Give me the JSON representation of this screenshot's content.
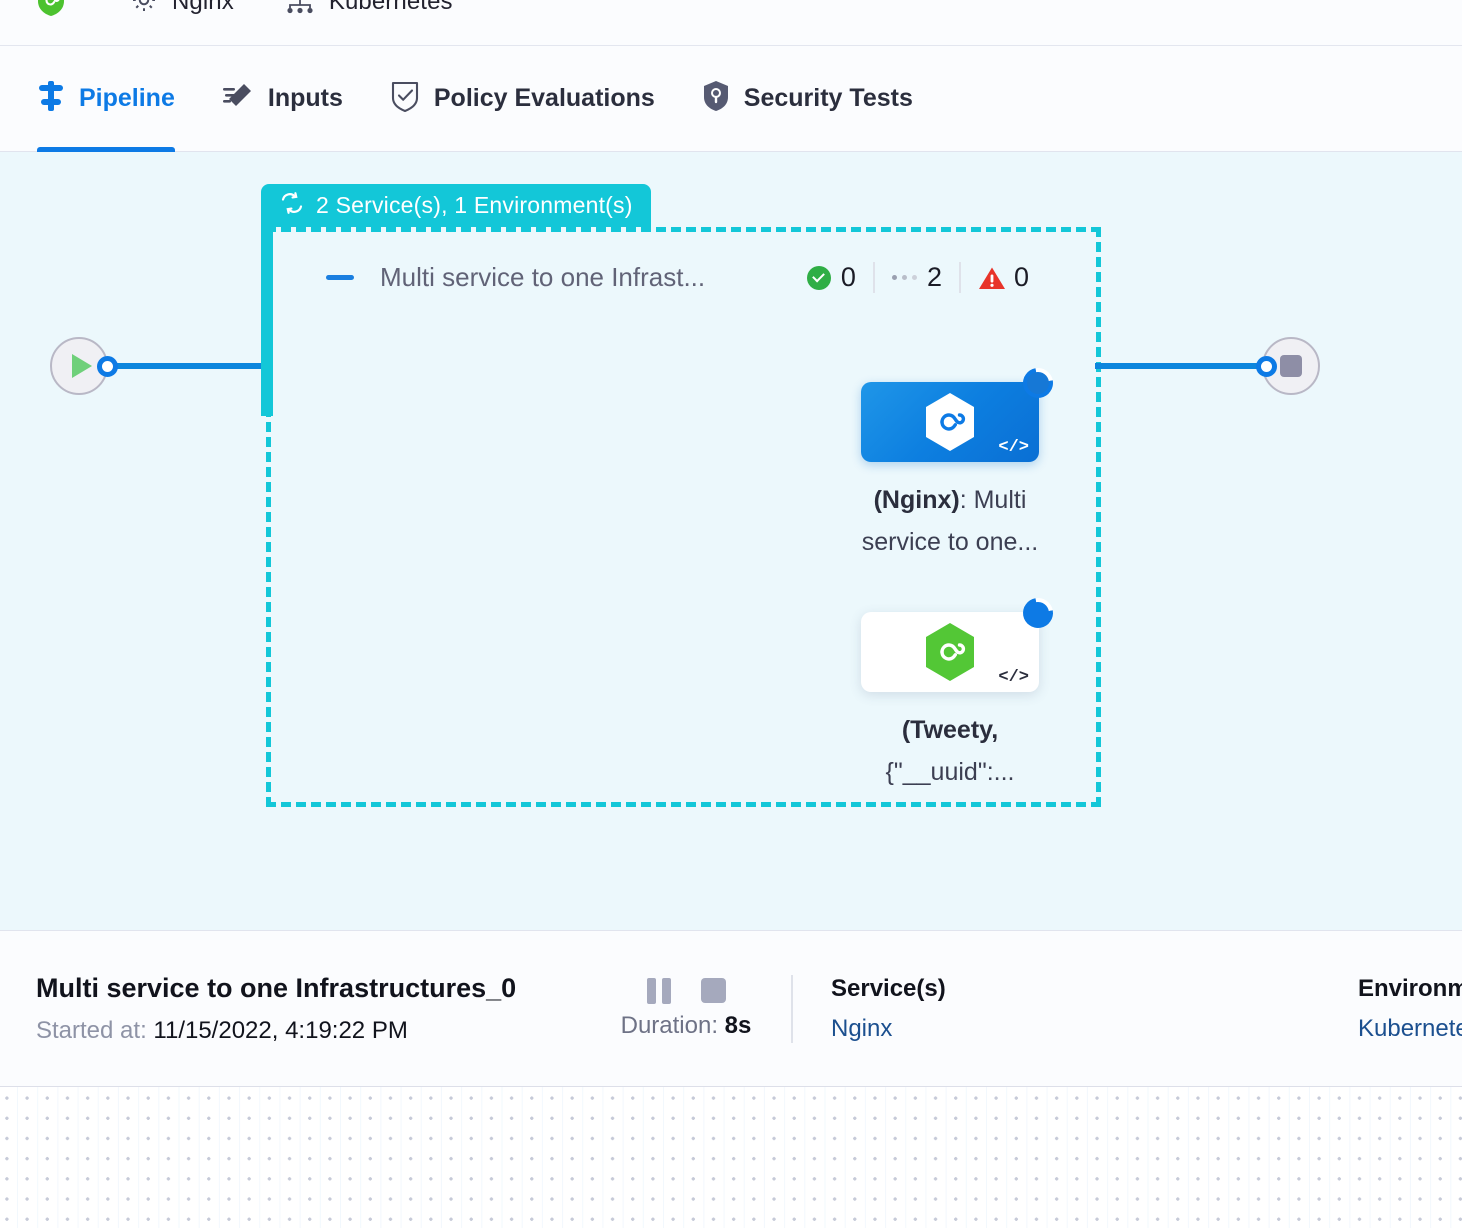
{
  "breadcrumb": {
    "items": [
      {
        "icon": "shield-hex-green-icon",
        "label": ""
      },
      {
        "icon": "gear-icon",
        "label": "Nginx"
      },
      {
        "icon": "infrastructure-icon",
        "label": "Kubernetes"
      }
    ]
  },
  "tabs": [
    {
      "id": "pipeline",
      "label": "Pipeline",
      "icon": "pipeline-icon",
      "active": true
    },
    {
      "id": "inputs",
      "label": "Inputs",
      "icon": "inputs-icon",
      "active": false
    },
    {
      "id": "policy-evaluations",
      "label": "Policy Evaluations",
      "icon": "policy-icon",
      "active": false
    },
    {
      "id": "security-tests",
      "label": "Security Tests",
      "icon": "security-icon",
      "active": false
    }
  ],
  "canvas": {
    "start_node": {
      "icon": "play-icon"
    },
    "end_node": {
      "icon": "stop-icon"
    },
    "group": {
      "header_label": "2 Service(s), 1 Environment(s)",
      "header_icon": "loop-icon",
      "title": "Multi service to one Infrast...",
      "collapse_icon": "collapse-dash-icon",
      "stats": [
        {
          "id": "success",
          "icon": "check-circle-icon",
          "value": "0"
        },
        {
          "id": "running",
          "icon": "dots-icon",
          "value": "2"
        },
        {
          "id": "failed",
          "icon": "warning-icon",
          "value": "0"
        }
      ],
      "nodes": [
        {
          "id": "nginx-node",
          "label_bold": "(Nginx)",
          "label_rest": ": Multi service to one...",
          "style": "blue",
          "badge": "spinner-icon",
          "code_glyph": "</>",
          "hex_color": "#ffffff"
        },
        {
          "id": "tweety-node",
          "label_bold": "(Tweety,",
          "label_rest": " {\"__uuid\":...",
          "style": "white",
          "badge": "spinner-icon",
          "code_glyph": "</>",
          "hex_color": "#53c736"
        }
      ]
    }
  },
  "detail": {
    "title": "Multi service to one Infrastructures_0",
    "started_label": "Started at:",
    "started_value": "11/15/2022, 4:19:22 PM",
    "pause_icon": "pause-icon",
    "stop_icon": "stop-icon",
    "duration_label": "Duration:",
    "duration_value": "8s",
    "services_head": "Service(s)",
    "services_value": "Nginx",
    "environments_head": "Environment(s)",
    "environments_value": "Kubernetes"
  },
  "colors": {
    "accent_blue": "#0d7ae5",
    "group_teal": "#13c7d8",
    "canvas_bg": "#ecf8fc",
    "success_green": "#2fae45",
    "error_red": "#e8342a",
    "node_green": "#53c736"
  }
}
